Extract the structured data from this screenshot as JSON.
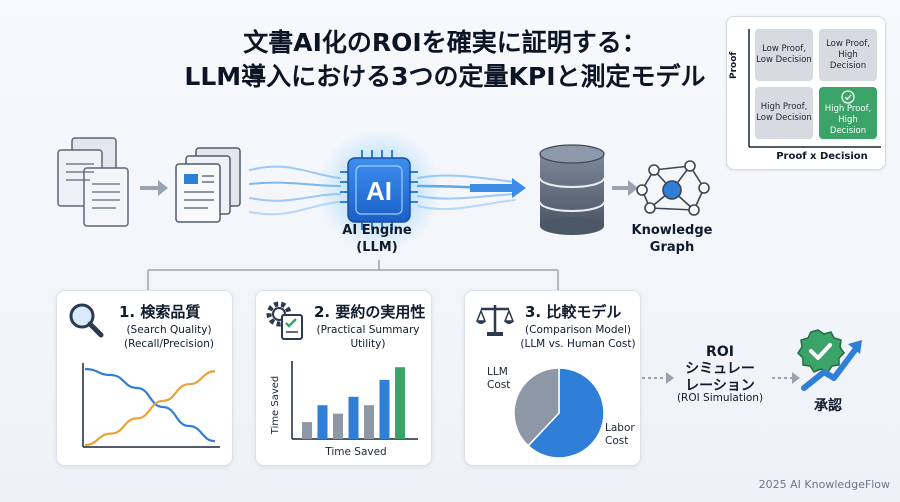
{
  "header": {
    "title_line1": "文書AI化のROIを確実に証明する：",
    "title_line2": "LLM導入における3つの定量KPIと測定モデル"
  },
  "matrix": {
    "y_axis": "Proof",
    "x_axis": "Proof x Decision",
    "cells": {
      "top_left": "Low Proof, Low Decision",
      "top_right": "Low Proof, High Decision",
      "bottom_left": "High Proof, Low Decision",
      "bottom_right": "High Proof, High Decision"
    }
  },
  "flow": {
    "ai_chip": "AI",
    "ai_engine_line1": "AI Engine",
    "ai_engine_line2": "(LLM)",
    "kg_line1": "Knowledge",
    "kg_line2": "Graph"
  },
  "cards": [
    {
      "title": "1. 検索品質",
      "sub1": "(Search Quality)",
      "sub2": "(Recall/Precision)"
    },
    {
      "title": "2. 要約の実用性",
      "sub1": "(Practical Summary",
      "sub2": "Utility)",
      "chart_xlabel": "Time Saved",
      "chart_ylabel": "Time Saved"
    },
    {
      "title": "3. 比較モデル",
      "sub1": "(Comparison Model)",
      "sub2": "(LLM vs. Human Cost)",
      "pie_llm_line1": "LLM",
      "pie_llm_line2": "Cost",
      "pie_labor_line1": "Labor",
      "pie_labor_line2": "Cost"
    }
  ],
  "roi": {
    "line1": "ROI",
    "line2": "シミュレー",
    "line3": "レーション",
    "sub": "(ROI Simulation)"
  },
  "approval": "承認",
  "footer": "2025 AI KnowledgeFlow",
  "colors": {
    "accent_blue": "#2f7fd6",
    "accent_orange": "#e8a23a",
    "accent_green": "#3aa468",
    "gray_bar": "#8d97a6"
  },
  "chart_data": [
    {
      "type": "line",
      "series": [
        {
          "values": [
            1.0,
            0.92,
            0.75,
            0.5,
            0.25,
            0.05
          ]
        },
        {
          "values": [
            0.0,
            0.15,
            0.35,
            0.58,
            0.8,
            0.97
          ]
        }
      ]
    },
    {
      "type": "bar",
      "xlabel": "Time Saved",
      "ylabel": "Time Saved",
      "values": [
        2,
        4,
        3,
        5,
        4,
        7,
        8.5
      ],
      "bar_colors": [
        "#8d97a6",
        "#2f7fd6",
        "#8d97a6",
        "#2f7fd6",
        "#8d97a6",
        "#2f7fd6",
        "#3aa468"
      ]
    },
    {
      "type": "pie",
      "slices": [
        {
          "name": "LLM Cost",
          "value": 38
        },
        {
          "name": "Labor Cost",
          "value": 62
        }
      ]
    }
  ]
}
